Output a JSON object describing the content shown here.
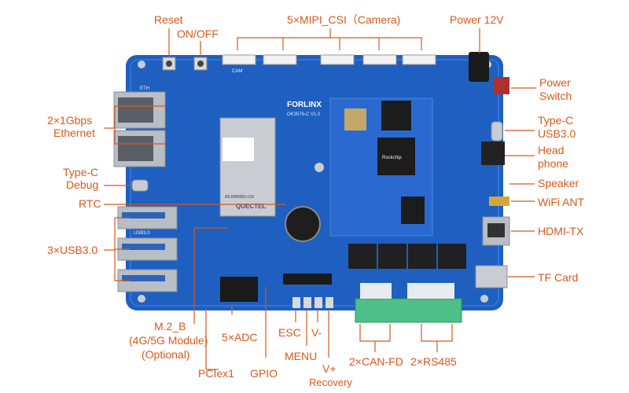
{
  "colors": {
    "label": "#d9581c",
    "board": "#1f5fbf",
    "board_dark": "#17489a",
    "module": "#2a6ad0",
    "terminal": "#4fbf8a",
    "relay": "#202020",
    "connector_white": "#f2f2f2",
    "metal": "#b9bdc4"
  },
  "labels": {
    "reset": "Reset",
    "on_off": "ON/OFF",
    "mipi_csi": "5×MIPI_CSI（Camera)",
    "power_12v": "Power 12V",
    "power_switch_1": "Power",
    "power_switch_2": "Switch",
    "ethernet_1": "2×1Gbps",
    "ethernet_2": "Ethernet",
    "typec_usb_1": "Type-C",
    "typec_usb_2": "USB3.0",
    "headphone_1": "Head",
    "headphone_2": "phone",
    "typec_debug_1": "Type-C",
    "typec_debug_2": "Debug",
    "speaker": "Speaker",
    "rtc": "RTC",
    "wifi_ant": "WiFi ANT",
    "hdmi_tx": "HDMI-TX",
    "usb3": "3×USB3.0",
    "tf_card": "TF Card",
    "m2_1": "M.2_B",
    "m2_2": "(4G/5G Module)",
    "m2_3": "(Optional)",
    "adc": "5×ADC",
    "esc": "ESC",
    "v_minus": "V-",
    "menu": "MENU",
    "can_fd": "2×CAN-FD",
    "rs485": "2×RS485",
    "pciex1": "PCIex1",
    "gpio": "GPIO",
    "v_plus": "V+",
    "recovery": "Recovery"
  },
  "board_text": {
    "brand": "FORLINX",
    "model": "OK3576-C V1.0",
    "module_line": "AS RM500U-CN",
    "module_brand": "QUECTEL",
    "soc_brand": "Rockchip",
    "usb_silk": "USB3.0",
    "eth_silk": "ETH",
    "cam_silk": "CAM"
  }
}
